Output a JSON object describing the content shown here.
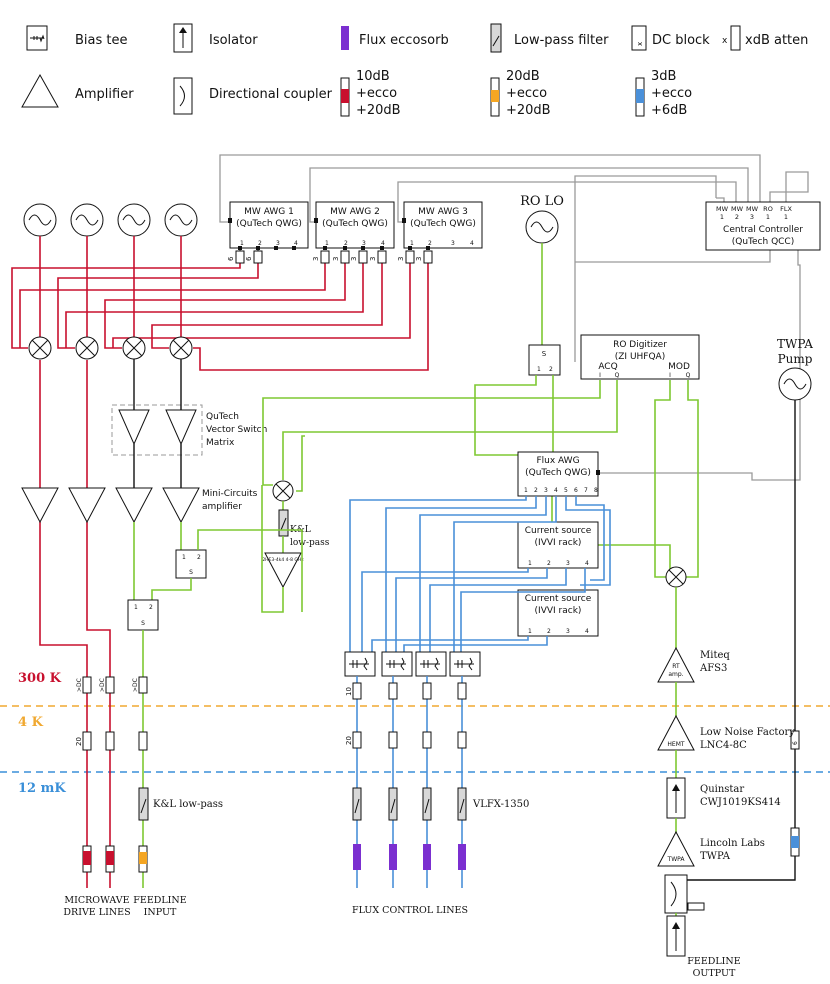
{
  "legend": {
    "bias_tee": "Bias tee",
    "isolator": "Isolator",
    "flux_eccosorb": "Flux eccosorb",
    "lowpass_filter": "Low-pass filter",
    "dc_block": "DC block",
    "atten": "xdB atten",
    "atten_x": "x",
    "amplifier": "Amplifier",
    "directional_coupler": "Directional coupler",
    "red_l1": "10dB",
    "red_l2": "+ecco",
    "red_l3": "+20dB",
    "orange_l1": "20dB",
    "orange_l2": "+ecco",
    "orange_l3": "+20dB",
    "blue_l1": "3dB",
    "blue_l2": "+ecco",
    "blue_l3": "+6dB"
  },
  "instruments": {
    "awg1_l1": "MW AWG 1",
    "awg1_l2": "(QuTech QWG)",
    "awg2_l1": "MW AWG 2",
    "awg2_l2": "(QuTech QWG)",
    "awg3_l1": "MW AWG 3",
    "awg3_l2": "(QuTech QWG)",
    "ro_lo": "RO LO",
    "cc_l1": "Central Controller",
    "cc_l2": "(QuTech QCC)",
    "cc_ports": [
      "MW",
      "MW",
      "MW",
      "RO",
      "FLX"
    ],
    "cc_nums": [
      "1",
      "2",
      "3",
      "1",
      "1"
    ],
    "digit_l1": "RO Digitizer",
    "digit_l2": "(ZI UHFQA)",
    "acq": "ACQ",
    "mod": "MOD",
    "twpa_l1": "TWPA",
    "twpa_l2": "Pump",
    "vsm_l1": "QuTech",
    "vsm_l2": "Vector Switch",
    "vsm_l3": "Matrix",
    "mc_l1": "Mini-Circuits",
    "mc_l2": "amplifier",
    "kl_l1": "K&L",
    "kl_l2": "low-pass",
    "lp_tiny": "2HE3-4k4 4-8 GHz",
    "flux_awg_l1": "Flux AWG",
    "flux_awg_l2": "(QuTech QWG)",
    "cs1_l1": "Current source",
    "cs1_l2": "(IVVI rack)",
    "cs2_l1": "Current source",
    "cs2_l2": "(IVVI rack)",
    "miteq_l1": "Miteq",
    "miteq_l2": "AFS3",
    "lnf_l1": "Low Noise Factory",
    "lnf_l2": "LNC4-8C",
    "quinstar_l1": "Quinstar",
    "quinstar_l2": "CWJ1019KS414",
    "lincoln_l1": "Lincoln Labs",
    "lincoln_l2": "TWPA",
    "rt_amp_l1": "RT",
    "rt_amp_l2": "amp.",
    "hemt": "HEMT",
    "twpa_tri": "TWPA"
  },
  "temperatures": {
    "t300": "300 K",
    "t4": "4 K",
    "t12": "12 mK"
  },
  "labels": {
    "kl_lowpass": "K&L low-pass",
    "vlfx": "VLFX-1350",
    "mw_l1": "MICROWAVE",
    "mw_l2": "DRIVE LINES",
    "fi_l1": "FEEDLINE",
    "fi_l2": "INPUT",
    "flux_lines": "FLUX CONTROL LINES",
    "fo_l1": "FEEDLINE",
    "fo_l2": "OUTPUT",
    "dc": ">DC",
    "a10": "10",
    "a20": "20",
    "a3": "3",
    "a6": "6",
    "s": "S",
    "i": "I",
    "q": "Q",
    "n1": "1",
    "n2": "2",
    "n3": "3",
    "n4": "4",
    "n5": "5",
    "n6": "6",
    "n7": "7",
    "n8": "8"
  },
  "colors": {
    "red_line": "#c8102e",
    "green_line": "#7ec832",
    "blue_line": "#4a90d9",
    "grey_line": "#9a9a9a",
    "purple_ecco": "#7b2fd0",
    "orange_ecco": "#f5a623",
    "temp_300": "#c8102e",
    "temp_4": "#f0a830",
    "temp_12": "#3a8fd8"
  }
}
